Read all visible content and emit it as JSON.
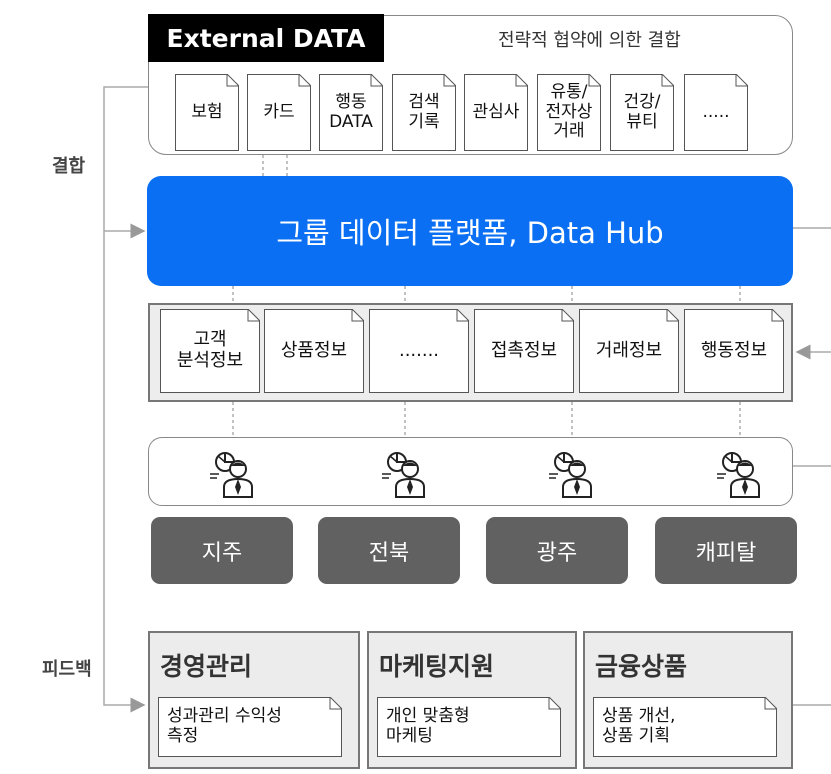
{
  "side_labels": {
    "combine": "결합",
    "feedback": "피드백"
  },
  "external": {
    "title": "External DATA",
    "subtitle": "전략적 협약에 의한 결합",
    "items": [
      "보험",
      "카드",
      "행동\nDATA",
      "검색\n기록",
      "관심사",
      "유통/\n전자상\n거래",
      "건강/\n뷰티",
      "....."
    ]
  },
  "hub": {
    "label": "그룹 데이터 플랫폼, Data Hub"
  },
  "info": {
    "items": [
      "고객\n분석정보",
      "상품정보",
      ".......",
      "접촉정보",
      "거래정보",
      "행동정보"
    ]
  },
  "analyst_icon": "analyst-person-icon",
  "affiliates": [
    "지주",
    "전북",
    "광주",
    "캐피탈"
  ],
  "feedback": [
    {
      "title": "경영관리",
      "note": "성과관리 수익성\n측정"
    },
    {
      "title": "마케팅지원",
      "note": "개인 맞춤형\n마케팅"
    },
    {
      "title": "금융상품",
      "note": "상품 개선,\n상품 기획"
    }
  ],
  "colors": {
    "hub": "#0a6ff2",
    "affiliate": "#616161",
    "ext_title_bg": "#000000"
  }
}
